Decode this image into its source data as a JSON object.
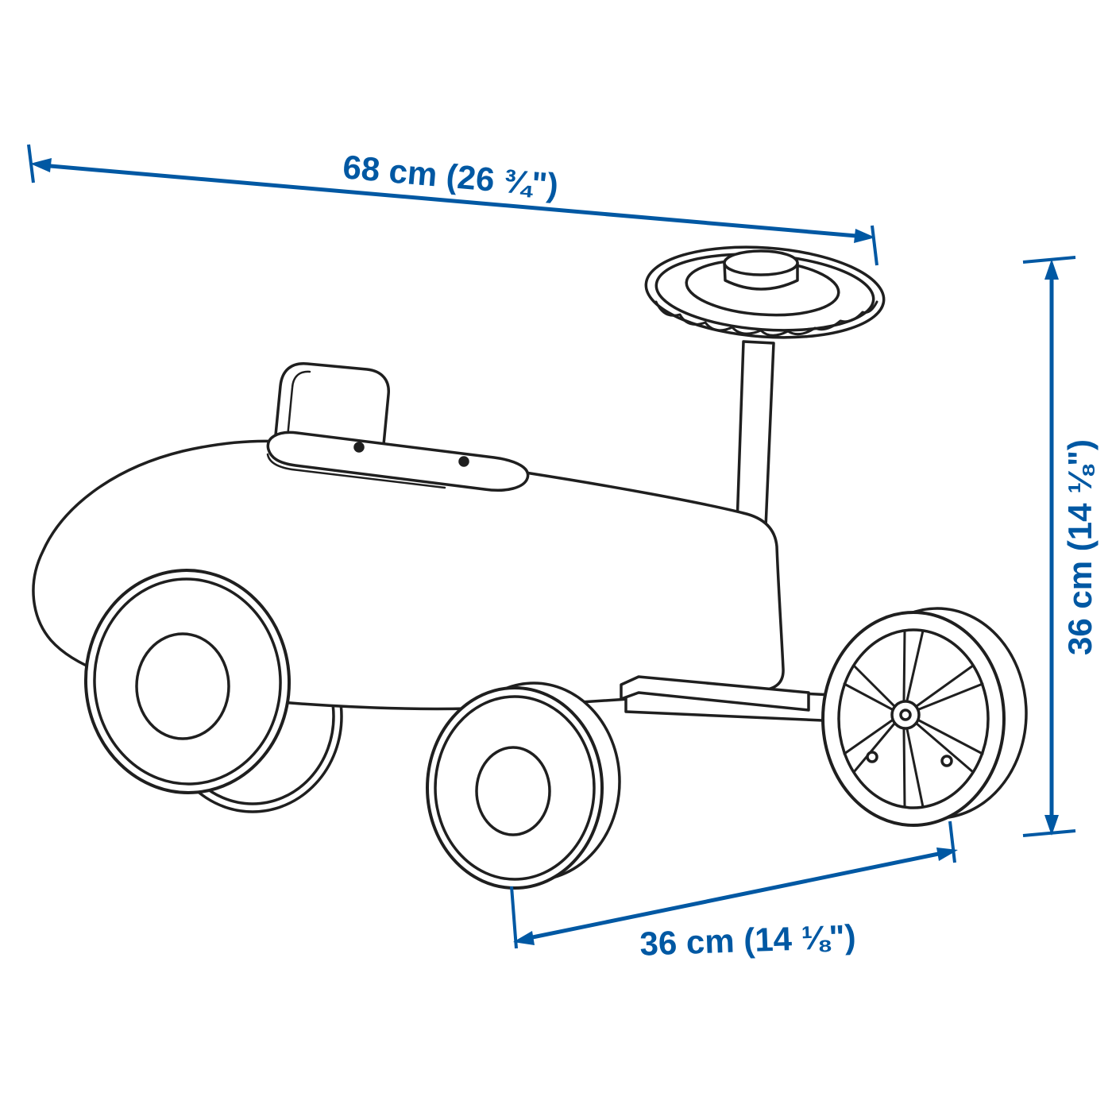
{
  "diagram": {
    "subject": "ride-on toy race car line drawing with steering wheel",
    "accent_color": "#0058a3",
    "line_color": "#1f1f1f",
    "background_color": "#ffffff",
    "dimensions": {
      "width": {
        "label": "68 cm (26 ¾\")",
        "position": "top"
      },
      "height": {
        "label": "36 cm (14 ⅛\")",
        "position": "right"
      },
      "depth": {
        "label": "36 cm (14 ⅛\")",
        "position": "bottom"
      }
    }
  }
}
